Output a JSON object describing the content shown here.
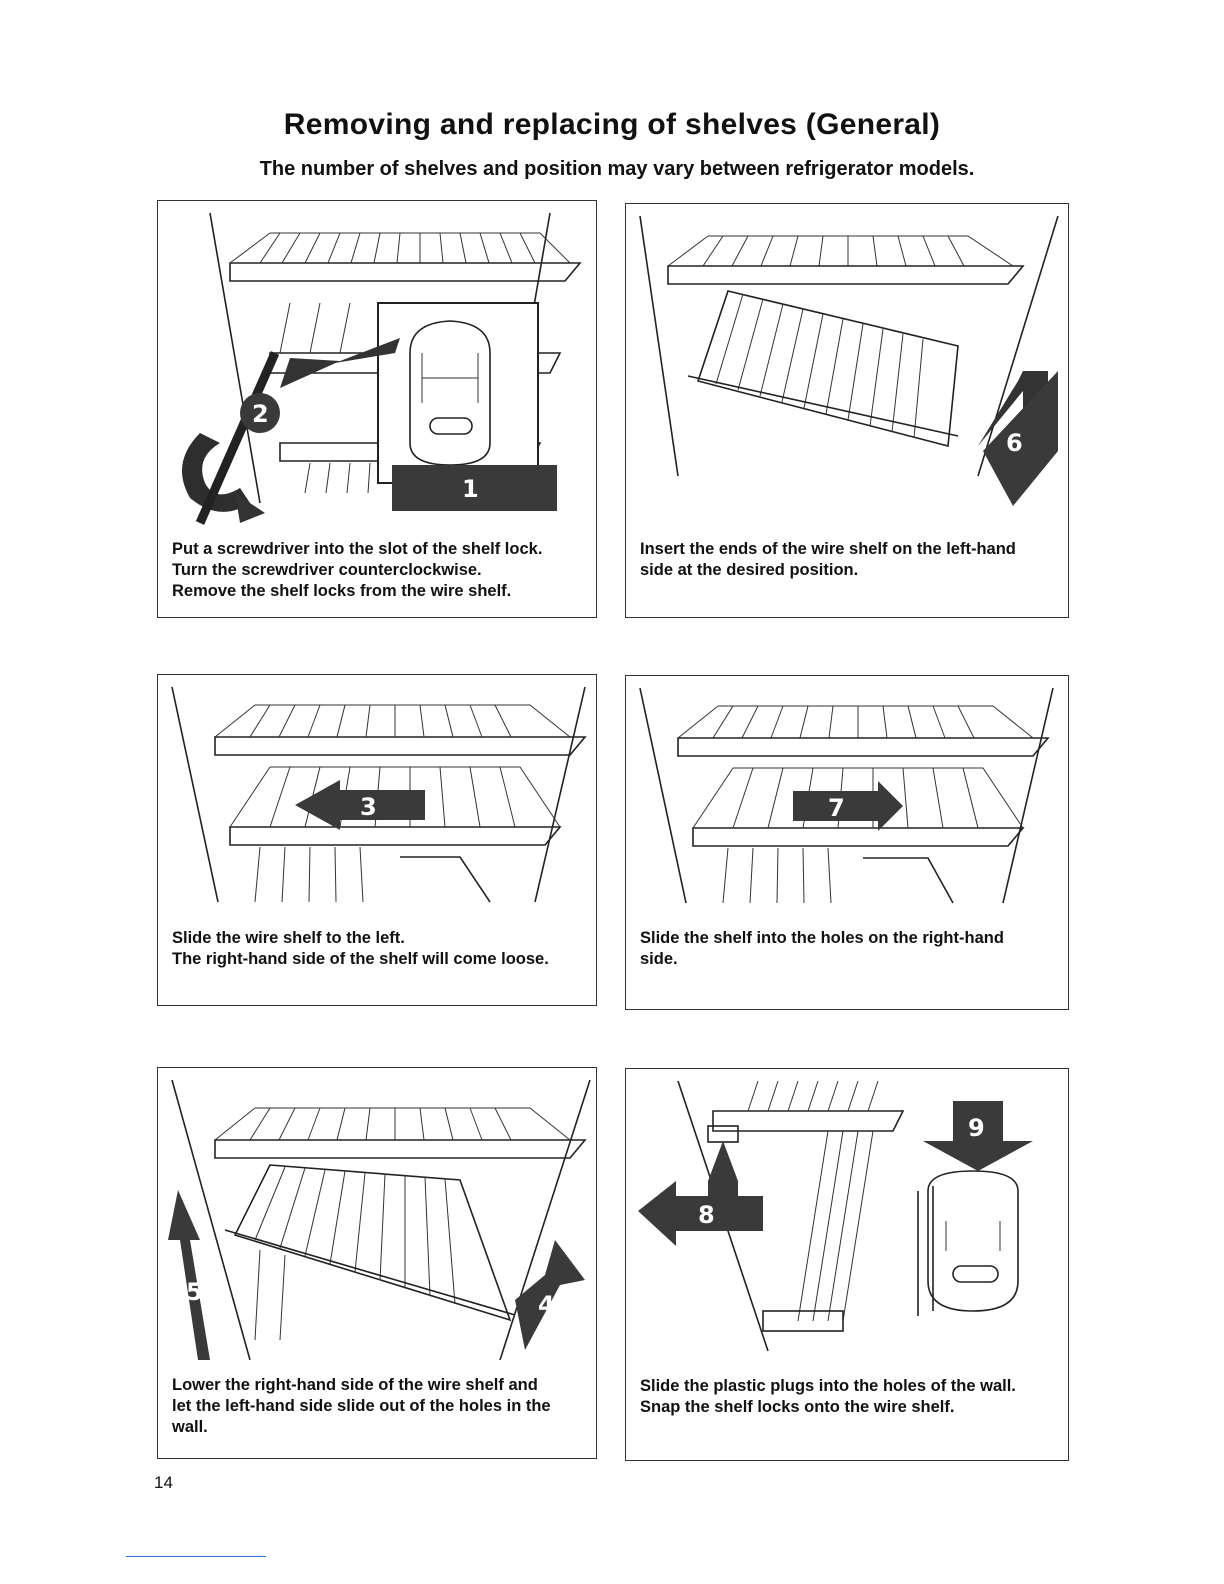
{
  "header": {
    "title": "Removing and replacing of shelves (General)",
    "subtitle": "The number of shelves and position may vary between refrigerator models."
  },
  "panels": [
    {
      "callouts": [
        "1",
        "2"
      ],
      "caption": [
        "Put a screwdriver into the slot of the shelf lock.",
        "Turn the screwdriver counterclockwise.",
        "Remove the shelf locks from the wire shelf."
      ]
    },
    {
      "callouts": [
        "6"
      ],
      "caption": [
        "Insert the ends of the wire shelf on the left-hand",
        "side at the desired position."
      ]
    },
    {
      "callouts": [
        "3"
      ],
      "caption": [
        "Slide the wire shelf to the left.",
        "The right-hand side of the shelf will come loose."
      ]
    },
    {
      "callouts": [
        "7"
      ],
      "caption": [
        "Slide the shelf into the holes on the right-hand",
        "side."
      ]
    },
    {
      "callouts": [
        "5",
        "4"
      ],
      "caption": [
        "Lower the right-hand side of the wire shelf and",
        "let the left-hand side slide out of the holes in the",
        "wall."
      ]
    },
    {
      "callouts": [
        "8",
        "9"
      ],
      "caption": [
        "Slide the plastic plugs into the holes of the wall.",
        "Snap the shelf locks onto the wire shelf."
      ]
    }
  ],
  "footer": {
    "page_number": "14"
  },
  "colors": {
    "callout_fill": "#3a3a3a",
    "line": "#222222"
  }
}
